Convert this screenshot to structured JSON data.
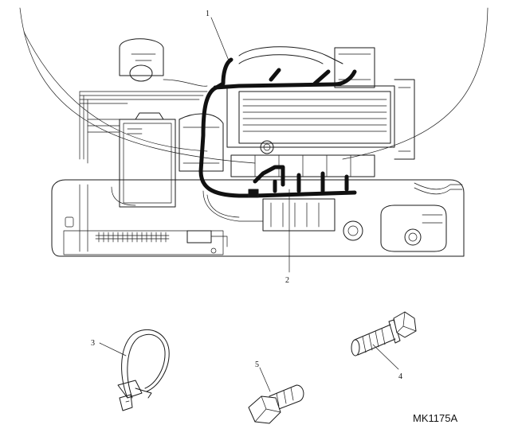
{
  "callouts": [
    "1",
    "2",
    "3",
    "4",
    "5"
  ],
  "reference_code": "MK1175A"
}
